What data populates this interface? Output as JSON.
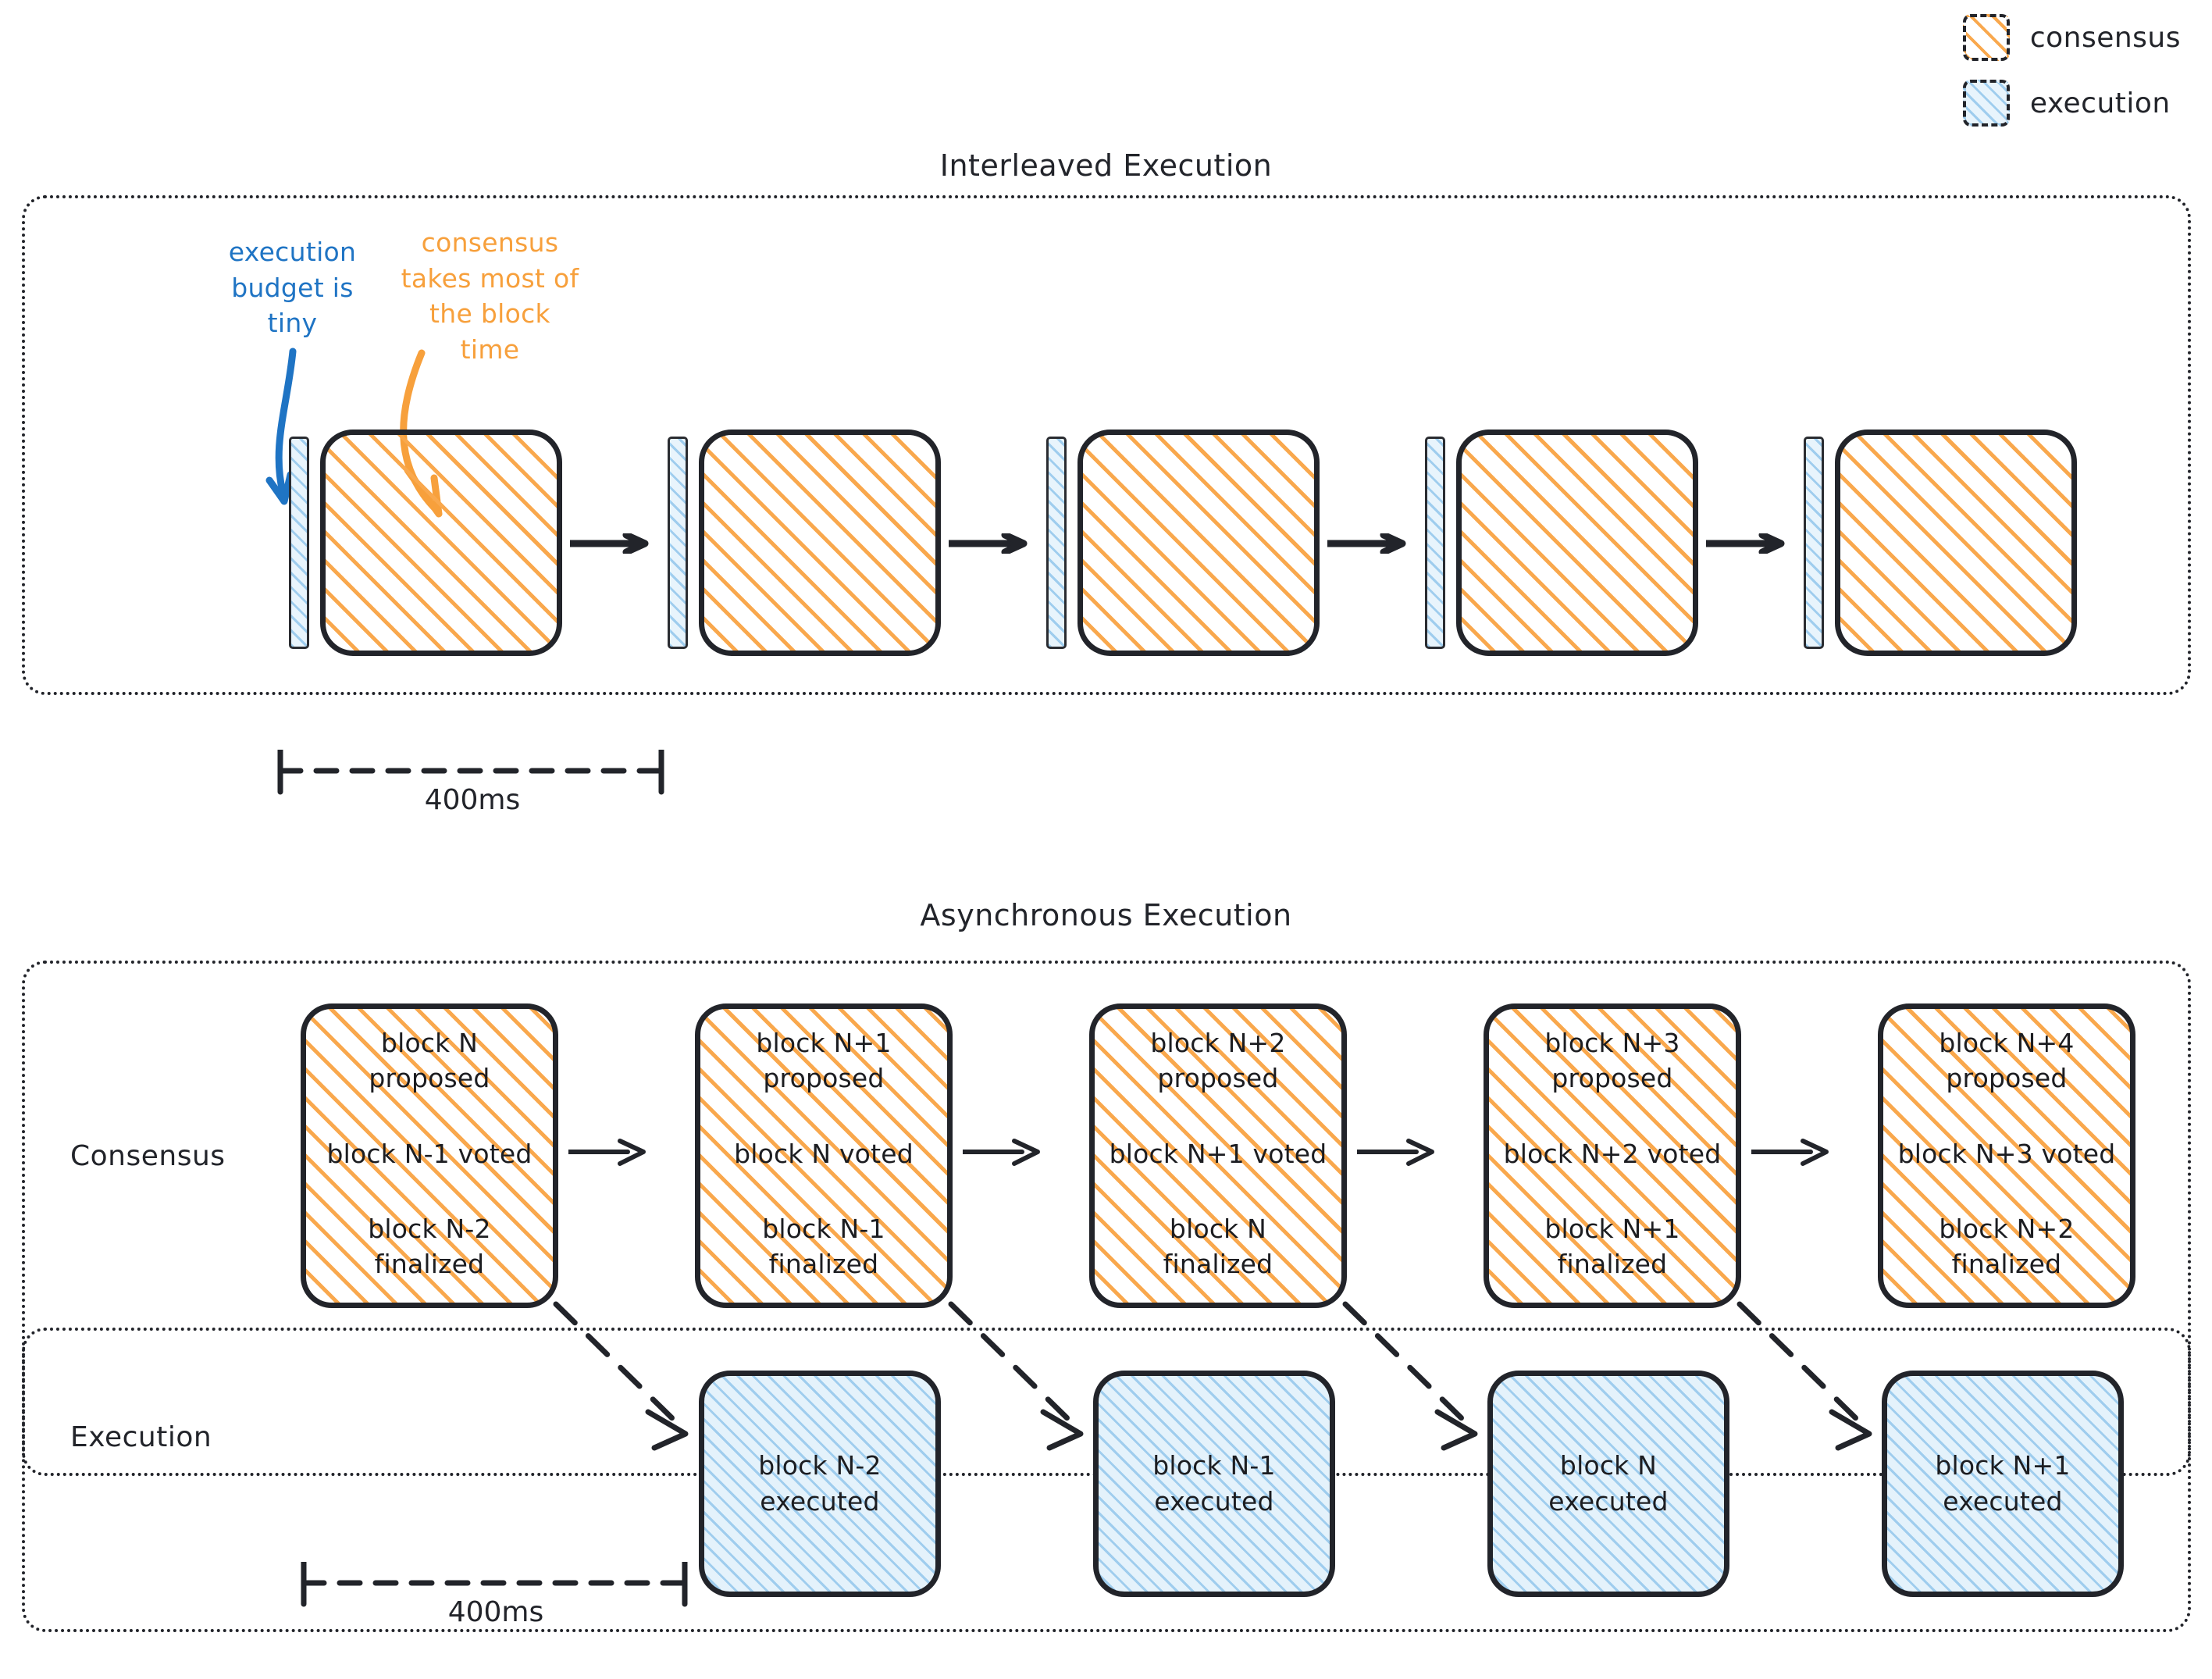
{
  "legend": {
    "items": [
      {
        "icon": "hatched-square-orange-icon",
        "label": "consensus",
        "color": "#F9A84D"
      },
      {
        "icon": "hatched-square-blue-icon",
        "label": "execution",
        "color": "#9FCDEE"
      }
    ]
  },
  "sections": {
    "interleaved": {
      "title": "Interleaved Execution",
      "annotations": {
        "execution": "execution budget is tiny",
        "consensus": "consensus takes most of the block time"
      },
      "slots": [
        {
          "execution_bar": "execution",
          "consensus_block": "consensus"
        },
        {
          "execution_bar": "execution",
          "consensus_block": "consensus"
        },
        {
          "execution_bar": "execution",
          "consensus_block": "consensus"
        },
        {
          "execution_bar": "execution",
          "consensus_block": "consensus"
        },
        {
          "execution_bar": "execution",
          "consensus_block": "consensus"
        }
      ],
      "ruler_label": "400ms"
    },
    "asynchronous": {
      "title": "Asynchronous Execution",
      "row_labels": {
        "consensus": "Consensus",
        "execution": "Execution"
      },
      "consensus_cards": [
        {
          "proposed": "block N\nproposed",
          "voted": "block N-1 voted",
          "finalized": "block N-2\nfinalized"
        },
        {
          "proposed": "block N+1\nproposed",
          "voted": "block N voted",
          "finalized": "block N-1\nfinalized"
        },
        {
          "proposed": "block N+2\nproposed",
          "voted": "block N+1 voted",
          "finalized": "block N\nfinalized"
        },
        {
          "proposed": "block N+3\nproposed",
          "voted": "block N+2 voted",
          "finalized": "block N+1\nfinalized"
        },
        {
          "proposed": "block N+4\nproposed",
          "voted": "block N+3 voted",
          "finalized": "block N+2\nfinalized"
        }
      ],
      "execution_cards": [
        {
          "text": "block N-2\nexecuted"
        },
        {
          "text": "block N-1\nexecuted"
        },
        {
          "text": "block N\nexecuted"
        },
        {
          "text": "block N+1\nexecuted"
        }
      ],
      "ruler_label": "400ms"
    }
  },
  "colors": {
    "consensus": "#F9A84D",
    "execution": "#9FCDEE",
    "execution_fill": "#E4F2FB",
    "ink": "#22242a",
    "annotation_blue": "#1F74C4",
    "annotation_orange": "#F7A03C"
  }
}
